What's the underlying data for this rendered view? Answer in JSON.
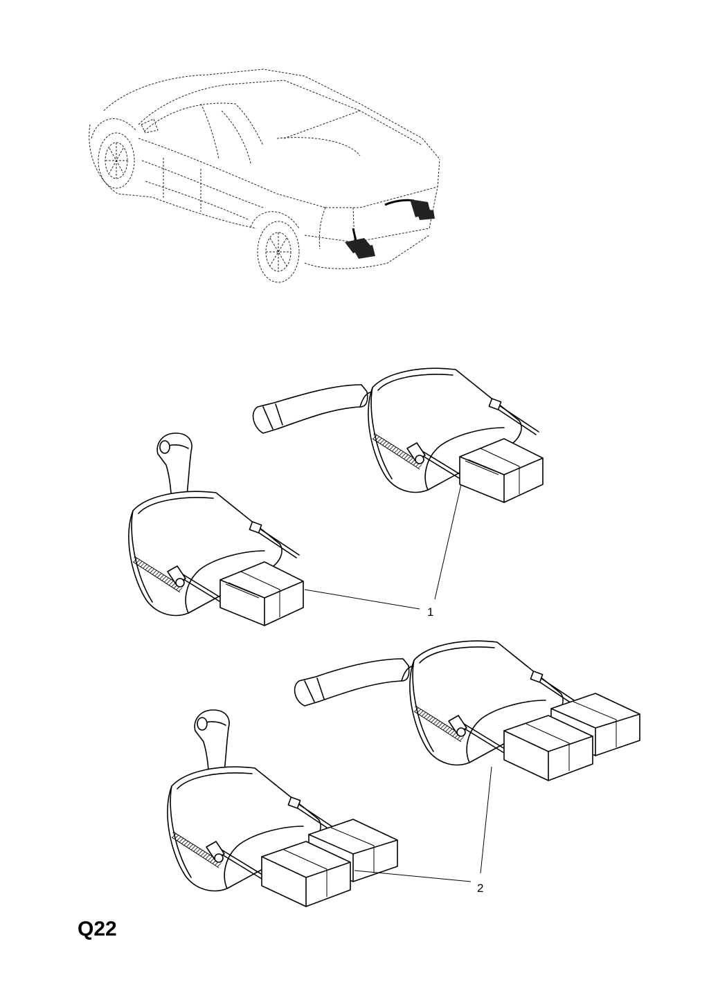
{
  "diagram": {
    "page_code": "Q22",
    "callouts": [
      {
        "id": "1",
        "label": "1"
      },
      {
        "id": "2",
        "label": "2"
      }
    ],
    "line_color": "#000000",
    "background": "#ffffff"
  }
}
